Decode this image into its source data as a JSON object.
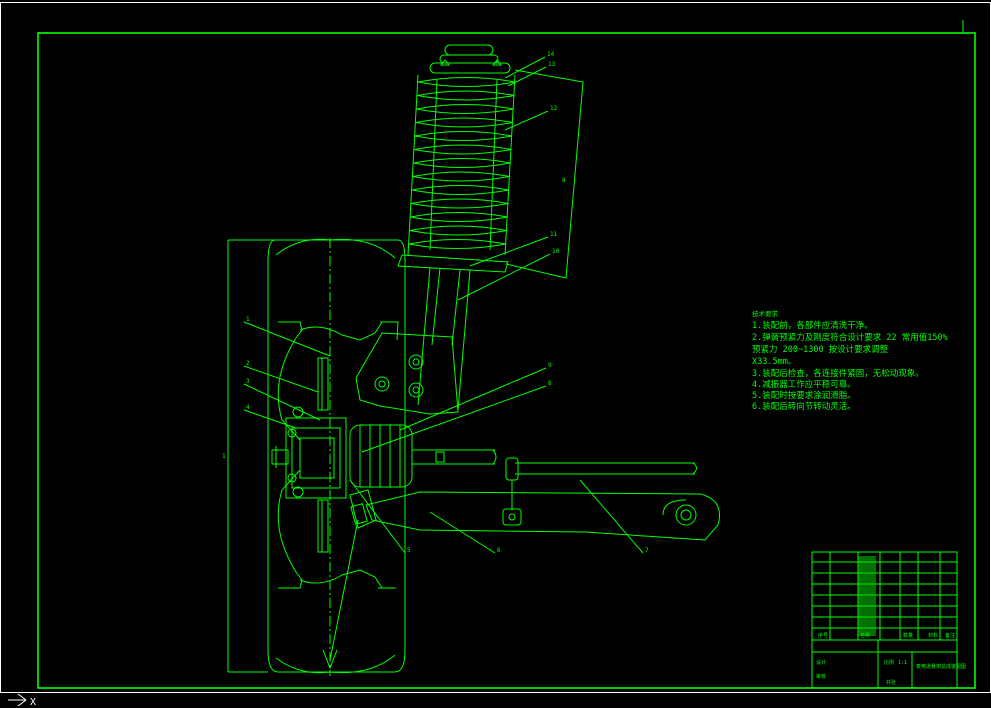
{
  "drawing": {
    "type": "CAD assembly drawing",
    "line_color": "#00ff00",
    "background": "#000000",
    "part_callouts": [
      "1",
      "2",
      "3",
      "4",
      "5",
      "6",
      "7",
      "8",
      "9",
      "10",
      "11",
      "12",
      "13",
      "14"
    ],
    "dimension_label": "1"
  },
  "tech_notes": {
    "title": "技术要求",
    "lines": [
      "1.装配前，各部件应清洗干净。",
      "2.弹簧预紧力及刚度符合设计要求 22 常用值150%",
      "预紧力 200~1300 按设计要求调整",
      "X33.5mm。",
      "3.装配后检查，各连接件紧固，无松动现象。",
      "4.减振器工作应平稳可靠。",
      "5.装配时按要求涂润滑脂。",
      "6.装配后转向节转动灵活。"
    ]
  },
  "title_block": {
    "drawing_title": "麦弗逊悬架总成装配图",
    "cells": [
      "序号",
      "名称",
      "数量",
      "材料",
      "备注",
      "设计",
      "审核",
      "比例",
      "1:1",
      "共张"
    ]
  },
  "cursor": {
    "glyph": "X"
  }
}
